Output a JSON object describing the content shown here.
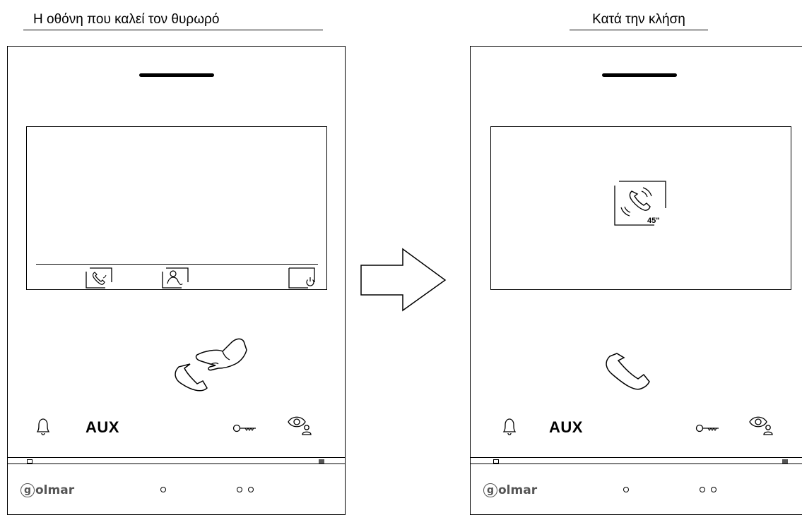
{
  "captions": {
    "left": "Η οθόνη που καλεί τον θυρωρό",
    "right": "Κατά την κλήση"
  },
  "device": {
    "aux_label": "AUX",
    "brand": "olmar",
    "brand_initial": "g"
  },
  "call": {
    "timer": "45\""
  },
  "icons": {
    "menu": [
      "handset-call-icon",
      "concierge-call-icon",
      "standby-power-icon"
    ],
    "buttons": [
      "bell-icon",
      "key-icon",
      "eye-person-icon"
    ],
    "calling": "calling-handset-icon",
    "pointer": "pressing-hand-icon",
    "transition": "right-arrow-icon"
  }
}
